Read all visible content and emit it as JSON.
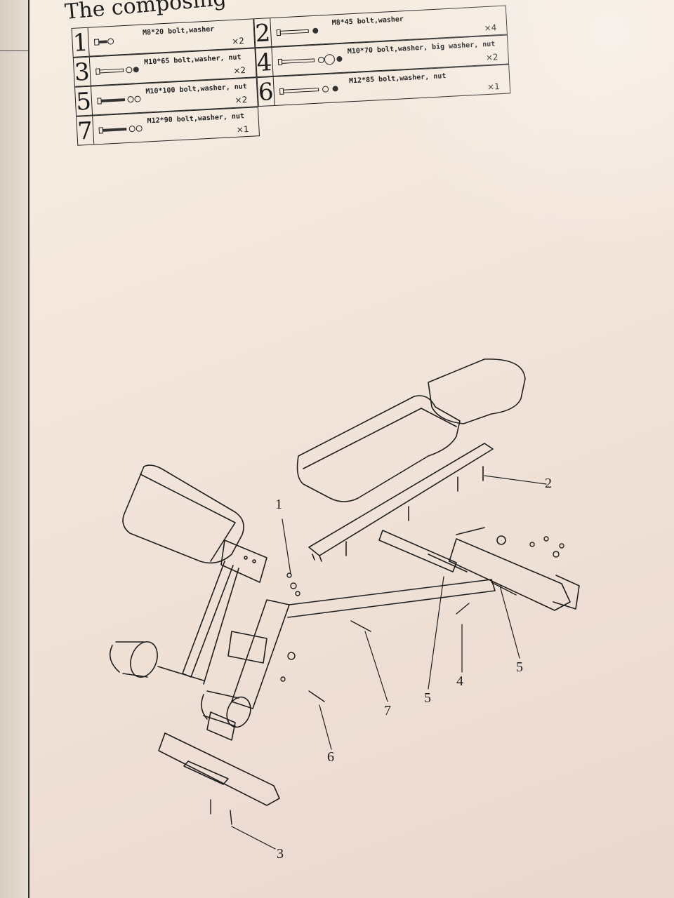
{
  "title": "The composing",
  "parts": [
    {
      "num": "1",
      "desc": "M8*20 bolt,washer",
      "qty": "×2",
      "icon": "bolt-short-icon"
    },
    {
      "num": "2",
      "desc": "M8*45 bolt,washer",
      "qty": "×4",
      "icon": "bolt-icon"
    },
    {
      "num": "3",
      "desc": "M10*65 bolt,washer, nut",
      "qty": "×2",
      "icon": "bolt-nut-icon"
    },
    {
      "num": "4",
      "desc": "M10*70 bolt,washer, big washer, nut",
      "qty": "×2",
      "icon": "bolt-big-washer-icon"
    },
    {
      "num": "5",
      "desc": "M10*100 bolt,washer, nut",
      "qty": "×2",
      "icon": "bolt-nut-icon"
    },
    {
      "num": "6",
      "desc": "M12*85 bolt,washer, nut",
      "qty": "×1",
      "icon": "bolt-nut-icon"
    },
    {
      "num": "7",
      "desc": "M12*90 bolt,washer, nut",
      "qty": "×1",
      "icon": "bolt-nut-icon"
    }
  ],
  "callouts": [
    "1",
    "2",
    "3",
    "4",
    "5",
    "5",
    "6",
    "7"
  ],
  "colors": {
    "ink": "#1e1e1e",
    "paper": "#f3e6dc"
  }
}
